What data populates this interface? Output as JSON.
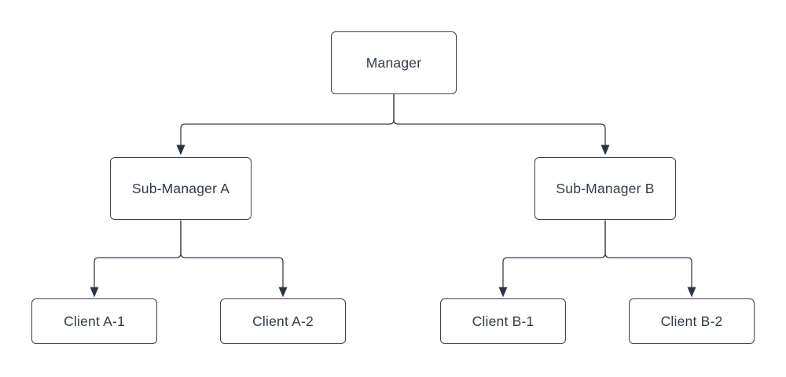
{
  "diagram": {
    "type": "org-chart",
    "colors": {
      "node_border": "#3a4150",
      "node_fill": "#ffffff",
      "text": "#333b49",
      "connector": "#39404e",
      "arrowhead": "#2b3443",
      "background": "#ffffff"
    },
    "nodes": {
      "manager": {
        "label": "Manager"
      },
      "sub_manager_a": {
        "label": "Sub-Manager A"
      },
      "sub_manager_b": {
        "label": "Sub-Manager B"
      },
      "client_a1": {
        "label": "Client A-1"
      },
      "client_a2": {
        "label": "Client A-2"
      },
      "client_b1": {
        "label": "Client B-1"
      },
      "client_b2": {
        "label": "Client B-2"
      }
    },
    "edges": [
      {
        "from": "Manager",
        "to": "Sub-Manager A"
      },
      {
        "from": "Manager",
        "to": "Sub-Manager B"
      },
      {
        "from": "Sub-Manager A",
        "to": "Client A-1"
      },
      {
        "from": "Sub-Manager A",
        "to": "Client A-2"
      },
      {
        "from": "Sub-Manager B",
        "to": "Client B-1"
      },
      {
        "from": "Sub-Manager B",
        "to": "Client B-2"
      }
    ]
  }
}
